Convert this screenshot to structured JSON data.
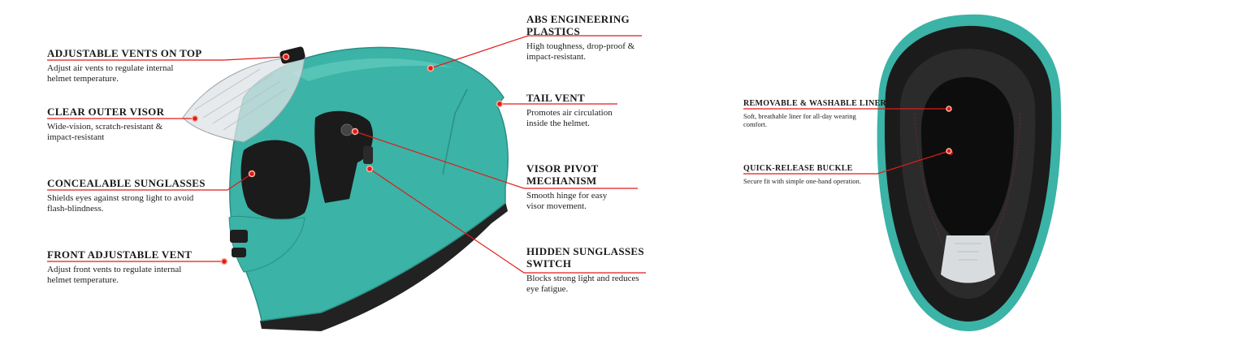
{
  "colors": {
    "accent": "#e21b1b",
    "helmet_teal": "#3bb3a6",
    "helmet_dark": "#1b1b1b",
    "visor": "#dfe3e6"
  },
  "side_view": {
    "callouts": [
      {
        "id": "adjustable-vents-top",
        "title": "ADJUSTABLE VENTS ON TOP",
        "desc": "Adjust air vents to regulate internal\nhelmet temperature."
      },
      {
        "id": "clear-outer-visor",
        "title": "CLEAR OUTER VISOR",
        "desc": "Wide-vision, scratch-resistant &\nimpact-resistant"
      },
      {
        "id": "concealable-sunglasses",
        "title": "CONCEALABLE SUNGLASSES",
        "desc": "Shields eyes against strong light to avoid\nflash-blindness."
      },
      {
        "id": "front-adjustable-vent",
        "title": "FRONT ADJUSTABLE VENT",
        "desc": "Adjust front vents to regulate internal\nhelmet temperature."
      },
      {
        "id": "abs-engineering-plastics",
        "title": "ABS ENGINEERING\nPLASTICS",
        "desc": "High toughness, drop-proof &\nimpact-resistant."
      },
      {
        "id": "tail-vent",
        "title": "TAIL VENT",
        "desc": "Promotes air circulation\ninside the helmet."
      },
      {
        "id": "visor-pivot-mechanism",
        "title": "VISOR PIVOT\nMECHANISM",
        "desc": "Smooth hinge for easy\nvisor movement."
      },
      {
        "id": "hidden-sunglasses-switch",
        "title": "HIDDEN SUNGLASSES\nSWITCH",
        "desc": "Blocks strong light and reduces\neye fatigue."
      }
    ]
  },
  "inside_view": {
    "callouts": [
      {
        "id": "removable-washable-liner",
        "title": "REMOVABLE & WASHABLE LINER",
        "desc": "Soft, breathable liner for all-day wearing\ncomfort."
      },
      {
        "id": "quick-release-buckle",
        "title": "QUICK-RELEASE BUCKLE",
        "desc": "Secure fit with simple one-hand operation."
      }
    ]
  }
}
